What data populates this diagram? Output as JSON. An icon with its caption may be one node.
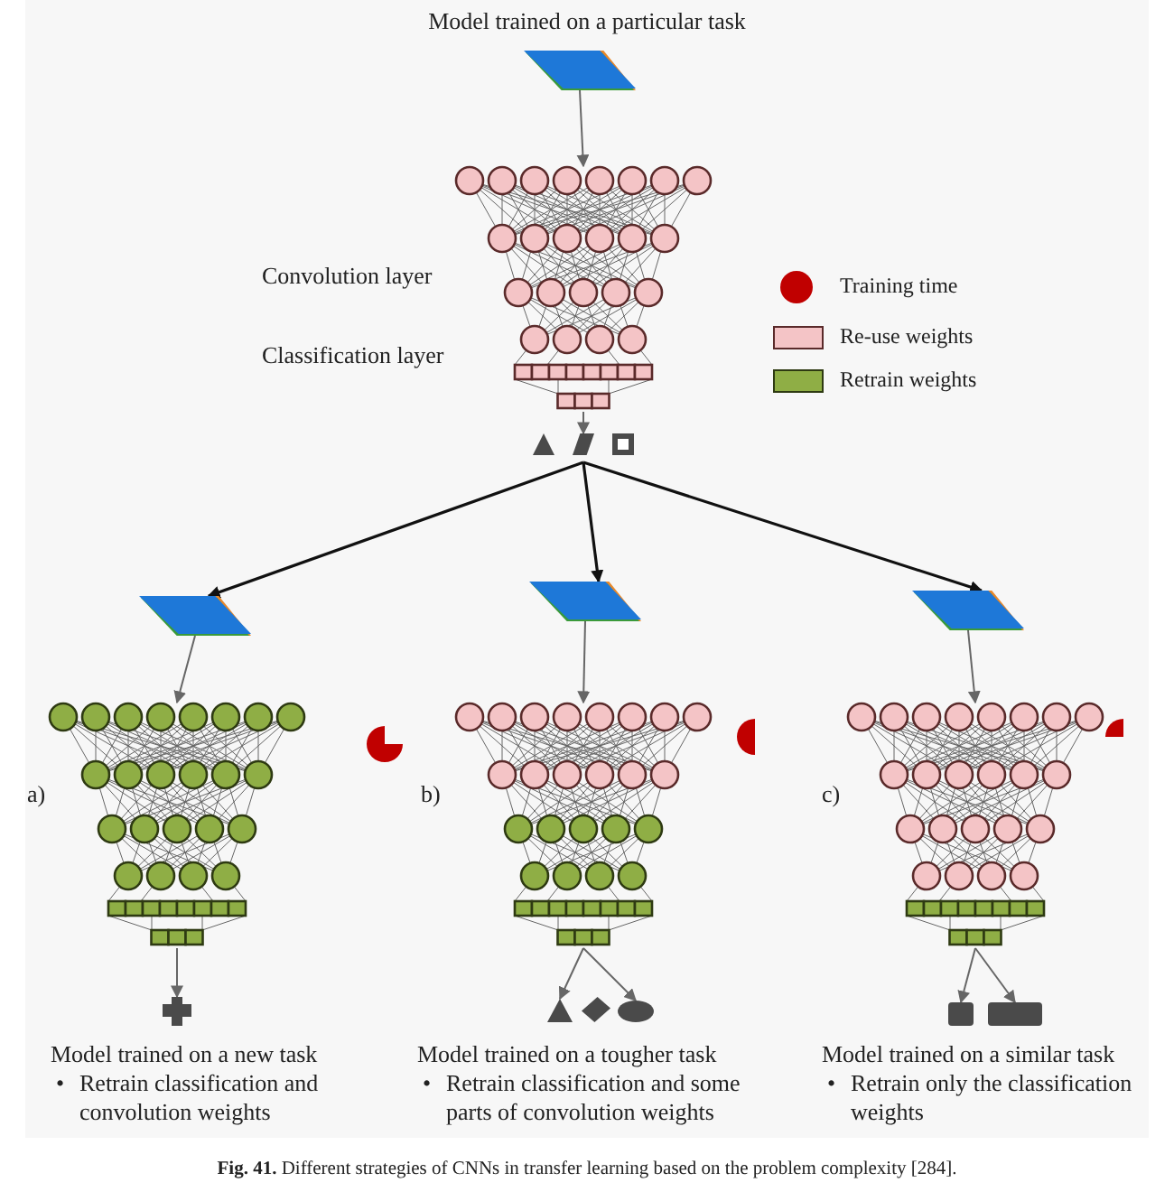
{
  "diagram": {
    "title": "Model trained on a particular task",
    "caption": "**Fig. 41.** Different strategies of CNNs in transfer learning based on the problem complexity [284].",
    "nodes": [
      {
        "text": [],
        "shape": "parallelogram"
      },
      {
        "text": [],
        "shape": "picture"
      },
      {
        "text": [],
        "shape": "triangle"
      },
      {
        "text": [],
        "shape": "parallelogram"
      },
      {
        "text": [],
        "shape": "box"
      },
      {
        "text": [],
        "shape": "parallelogram"
      },
      {
        "text": [],
        "shape": "parallelogram"
      },
      {
        "text": [],
        "shape": "parallelogram"
      },
      {
        "text": [],
        "shape": "picture"
      },
      {
        "text": [],
        "shape": "picture"
      },
      {
        "text": [],
        "shape": "picture"
      },
      {
        "text": [],
        "shape": "octagon"
      },
      {
        "text": [],
        "shape": "triangle"
      },
      {
        "text": [],
        "shape": "diamond"
      },
      {
        "text": [],
        "shape": "ellipse"
      },
      {
        "text": [],
        "shape": "box"
      },
      {
        "text": [],
        "shape": "box"
      }
    ],
    "edges": [
      {
        "from": 0,
        "to": 1,
        "arrow": "to"
      },
      {
        "from": 1,
        "to": 3,
        "arrow": "to"
      },
      {
        "from": 3,
        "to": 5,
        "arrow": "to",
        "color": "#111111"
      },
      {
        "from": 3,
        "to": 6,
        "arrow": "to",
        "color": "#111111"
      },
      {
        "from": 3,
        "to": 7,
        "arrow": "to",
        "color": "#111111"
      },
      {
        "from": 5,
        "to": 8,
        "arrow": "to"
      },
      {
        "from": 6,
        "to": 9,
        "arrow": "to"
      },
      {
        "from": 7,
        "to": 10,
        "arrow": "to"
      },
      {
        "from": 8,
        "to": 11,
        "arrow": "to"
      },
      {
        "from": 9,
        "to": 12,
        "arrow": "to"
      },
      {
        "from": 9,
        "to": 14,
        "arrow": "to"
      },
      {
        "from": 10,
        "to": 15,
        "arrow": "to"
      },
      {
        "from": 10,
        "to": 16,
        "arrow": "to"
      }
    ],
    "labels": [
      "Convolution layer",
      "Classification layer",
      "a)",
      "b)",
      "c)",
      "Model trained on a new task",
      "•",
      "Retrain classification and convolution weights",
      "Model trained on a tougher task",
      "•",
      "Retrain classification and some parts of convolution weights",
      "Model trained on a similar task",
      "•",
      "Retrain only the classification weights"
    ],
    "legend": [
      {
        "text": "Training time",
        "color": "#c00000"
      },
      {
        "text": "Re-use weights",
        "color": "#f4c4c6"
      },
      {
        "text": "Retrain weights",
        "color": "#8fae45"
      }
    ]
  }
}
